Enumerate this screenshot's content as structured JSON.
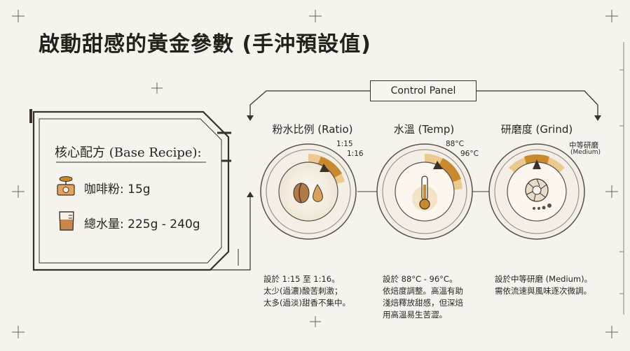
{
  "title": "啟動甜感的黃金參數 (手沖預設值)",
  "control_panel_label": "Control Panel",
  "recipe": {
    "heading": "核心配方 (Base Recipe):",
    "items": [
      {
        "icon": "scale-icon",
        "text": "咖啡粉: 15g"
      },
      {
        "icon": "beaker-icon",
        "text": "總水量: 225g - 240g"
      }
    ]
  },
  "dials": [
    {
      "title": "粉水比例 (Ratio)",
      "icon": "coffee-bean-drop-icon",
      "labels": [
        "1:15",
        "1:16"
      ],
      "note": "設於 1:15 至 1:16。\n太少(過濃)酸苦刺激；\n太多(過淡)甜香不集中。"
    },
    {
      "title": "水溫 (Temp)",
      "icon": "thermometer-icon",
      "labels": [
        "88°C",
        "96°C"
      ],
      "note": "設於 88°C - 96°C。\n依焙度調整。高溫有助\n淺焙釋放甜感，但深焙\n用高溫易生苦澀。"
    },
    {
      "title": "研磨度 (Grind)",
      "icon": "grinder-burr-icon",
      "labels": [
        "中等研磨",
        "(Medium)"
      ],
      "note": "設於中等研磨 (Medium)。\n需依流速與風味逐次微調。"
    }
  ],
  "colors": {
    "background": "#f5f3ee",
    "ink": "#2a2420",
    "accent_gold": "#c98a2e",
    "accent_light": "#ecc98f"
  }
}
